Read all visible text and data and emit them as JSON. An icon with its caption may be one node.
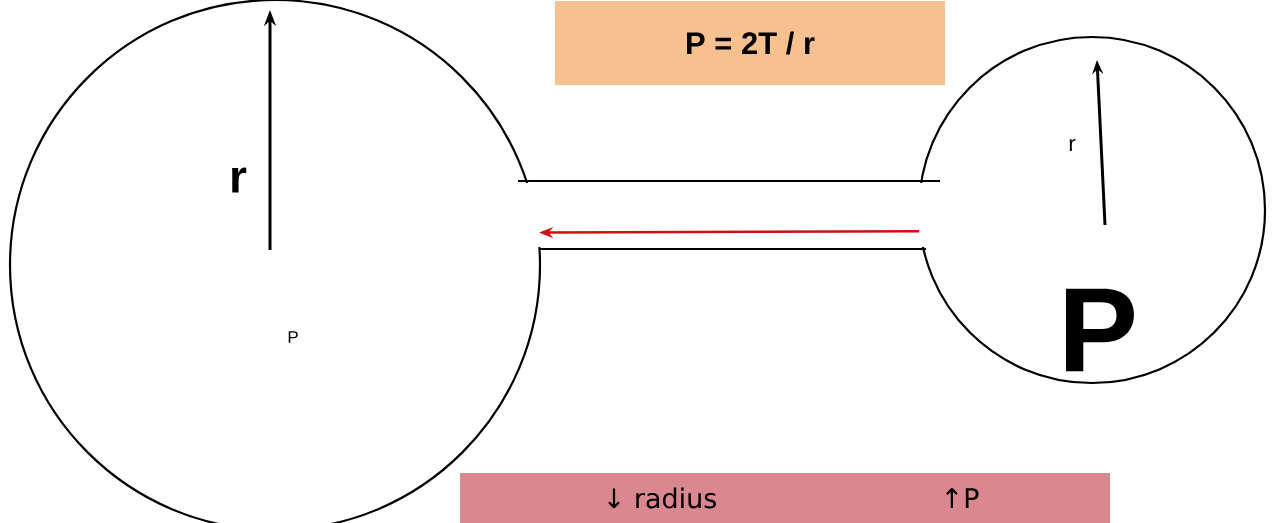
{
  "diagram": {
    "nodes": [
      {
        "text": [
          "P = 2T / r"
        ]
      },
      {
        "text": [
          "P"
        ]
      },
      {
        "text": [
          "P"
        ]
      },
      {
        "text": [
          "↓ radius",
          "↑P"
        ]
      }
    ],
    "edges": [
      {
        "from": 2,
        "to": 1,
        "arrow": "to",
        "color": "#cc1111"
      }
    ],
    "labels": [
      "r",
      "r"
    ]
  }
}
